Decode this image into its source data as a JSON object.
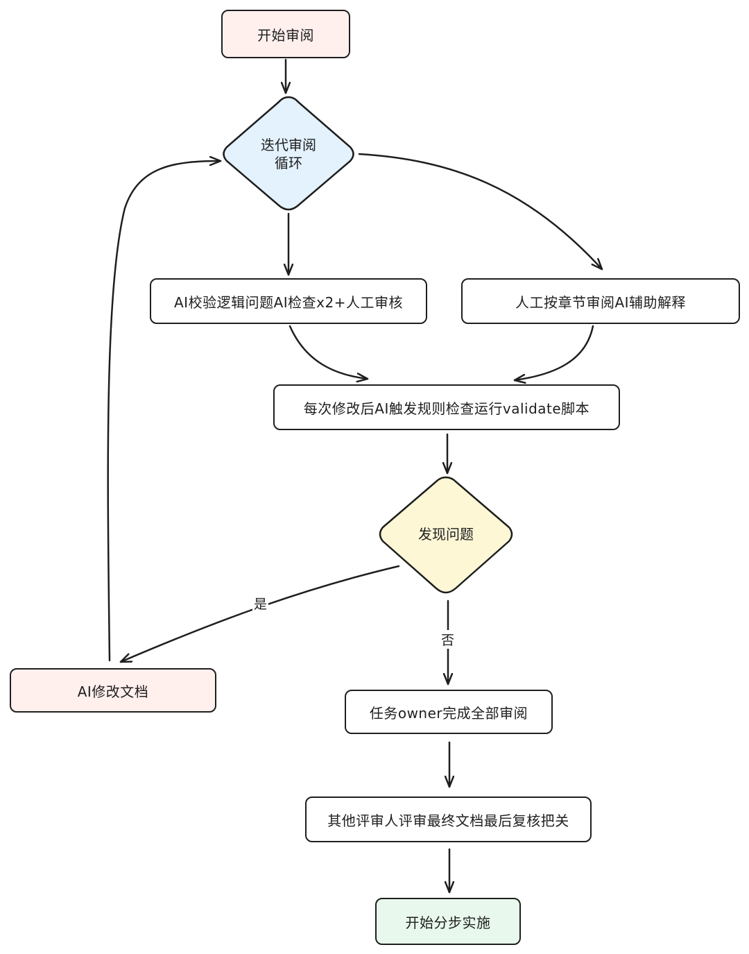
{
  "nodes": {
    "start": {
      "label": "开始审阅",
      "fill": "#fff0ee"
    },
    "iterate": {
      "line1": "迭代审阅",
      "line2": "循环",
      "fill": "#e3f2fd"
    },
    "ai_check": {
      "label": "AI校验逻辑问题AI检查x2+人工审核",
      "fill": "#ffffff"
    },
    "human_review": {
      "label": "人工按章节审阅AI辅助解释",
      "fill": "#ffffff"
    },
    "validate": {
      "label": "每次修改后AI触发规则检查运行validate脚本",
      "fill": "#ffffff"
    },
    "found_issue": {
      "label": "发现问题",
      "fill": "#fdf7d6"
    },
    "ai_modify": {
      "label": "AI修改文档",
      "fill": "#fff0ee"
    },
    "owner_done": {
      "label": "任务owner完成全部审阅",
      "fill": "#ffffff"
    },
    "other_review": {
      "label": "其他评审人评审最终文档最后复核把关",
      "fill": "#ffffff"
    },
    "implement": {
      "label": "开始分步实施",
      "fill": "#e8f8ec"
    }
  },
  "edges": {
    "yes_label": "是",
    "no_label": "否"
  },
  "colors": {
    "stroke": "#1e1e1e"
  }
}
